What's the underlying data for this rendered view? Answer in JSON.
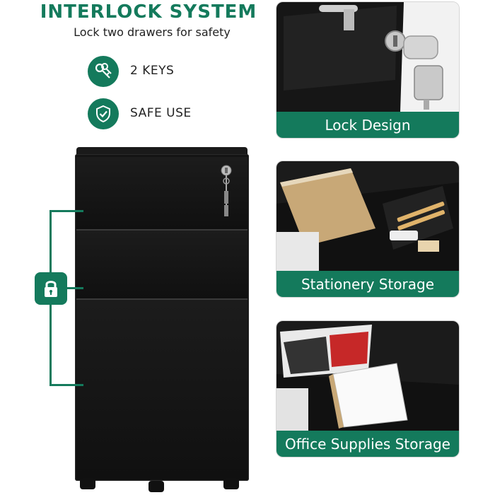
{
  "header": {
    "title": "INTERLOCK SYSTEM",
    "subtitle": "Lock two drawers for safety"
  },
  "features": [
    {
      "label": "2 KEYS",
      "icon": "keys-icon"
    },
    {
      "label": "SAFE USE",
      "icon": "shield-check-icon"
    }
  ],
  "cards": [
    {
      "caption": "Lock Design",
      "photo": "lock-closeup"
    },
    {
      "caption": "Stationery Storage",
      "photo": "stationery-drawer"
    },
    {
      "caption": "Office Supplies Storage",
      "photo": "file-drawer"
    }
  ],
  "colors": {
    "accent": "#147a5c",
    "cabinet": "#141414"
  }
}
